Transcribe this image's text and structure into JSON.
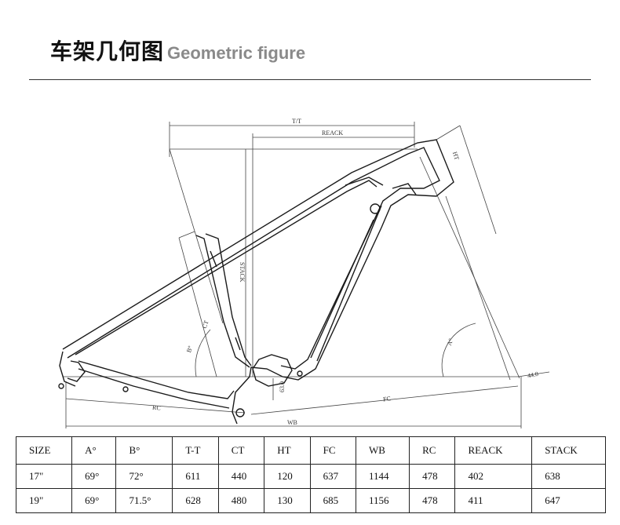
{
  "header": {
    "title_cn": "车架几何图",
    "title_en": "Geometric figure"
  },
  "drawing": {
    "labels": {
      "tt": "T/T",
      "reach": "REACK",
      "ht": "HT",
      "stack": "STACK",
      "ct": "CT",
      "b_angle": "B°",
      "a_angle": "A°",
      "bb_drop": "63.0",
      "fork_offset": "44.0",
      "fc": "FC",
      "rc": "RC",
      "wb": "WB"
    }
  },
  "table": {
    "headers": [
      "SIZE",
      "A°",
      "B°",
      "T-T",
      "CT",
      "HT",
      "FC",
      "WB",
      "RC",
      "REACK",
      "STACK"
    ],
    "rows": [
      [
        "17\"",
        "69°",
        "72°",
        "611",
        "440",
        "120",
        "637",
        "1144",
        "478",
        "402",
        "638"
      ],
      [
        "19\"",
        "69°",
        "71.5°",
        "628",
        "480",
        "130",
        "685",
        "1156",
        "478",
        "411",
        "647"
      ]
    ]
  }
}
